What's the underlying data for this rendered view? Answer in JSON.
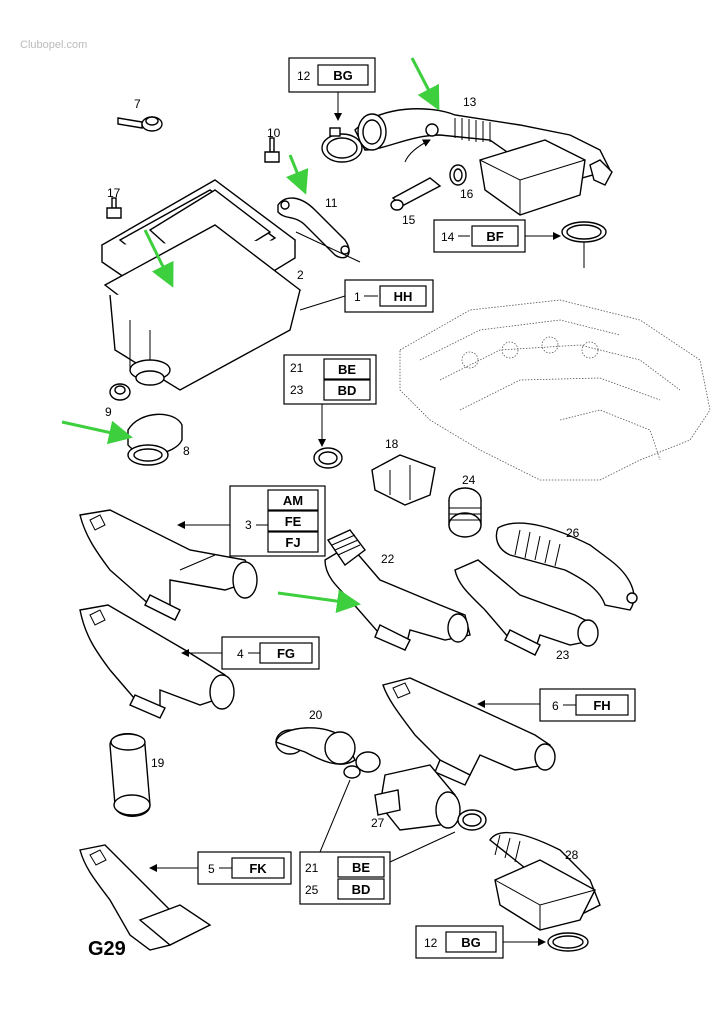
{
  "watermark": "Clubopel.com",
  "page_code": "G29",
  "parts": {
    "2": "2",
    "7": "7",
    "8": "8",
    "9": "9",
    "10": "10",
    "11": "11",
    "13": "13",
    "15": "15",
    "16": "16",
    "17": "17",
    "18": "18",
    "19": "19",
    "20": "20",
    "22": "22",
    "23": "23",
    "24": "24",
    "26": "26",
    "27": "27",
    "28": "28"
  },
  "refs": {
    "r12top": {
      "num": "12",
      "code": "BG"
    },
    "r1": {
      "num": "1",
      "code": "HH"
    },
    "r14": {
      "num": "14",
      "code": "BF"
    },
    "r21_23": {
      "a_num": "21",
      "a_code": "BE",
      "b_num": "23",
      "b_code": "BD"
    },
    "r3": {
      "num": "3",
      "codes": [
        "AM",
        "FE",
        "FJ"
      ]
    },
    "r4": {
      "num": "4",
      "code": "FG"
    },
    "r6": {
      "num": "6",
      "code": "FH"
    },
    "r5": {
      "num": "5",
      "code": "FK"
    },
    "r21_25": {
      "a_num": "21",
      "a_code": "BE",
      "b_num": "25",
      "b_code": "BD"
    },
    "r12bottom": {
      "num": "12",
      "code": "BG"
    }
  },
  "highlight_color": "#3ecf3e"
}
